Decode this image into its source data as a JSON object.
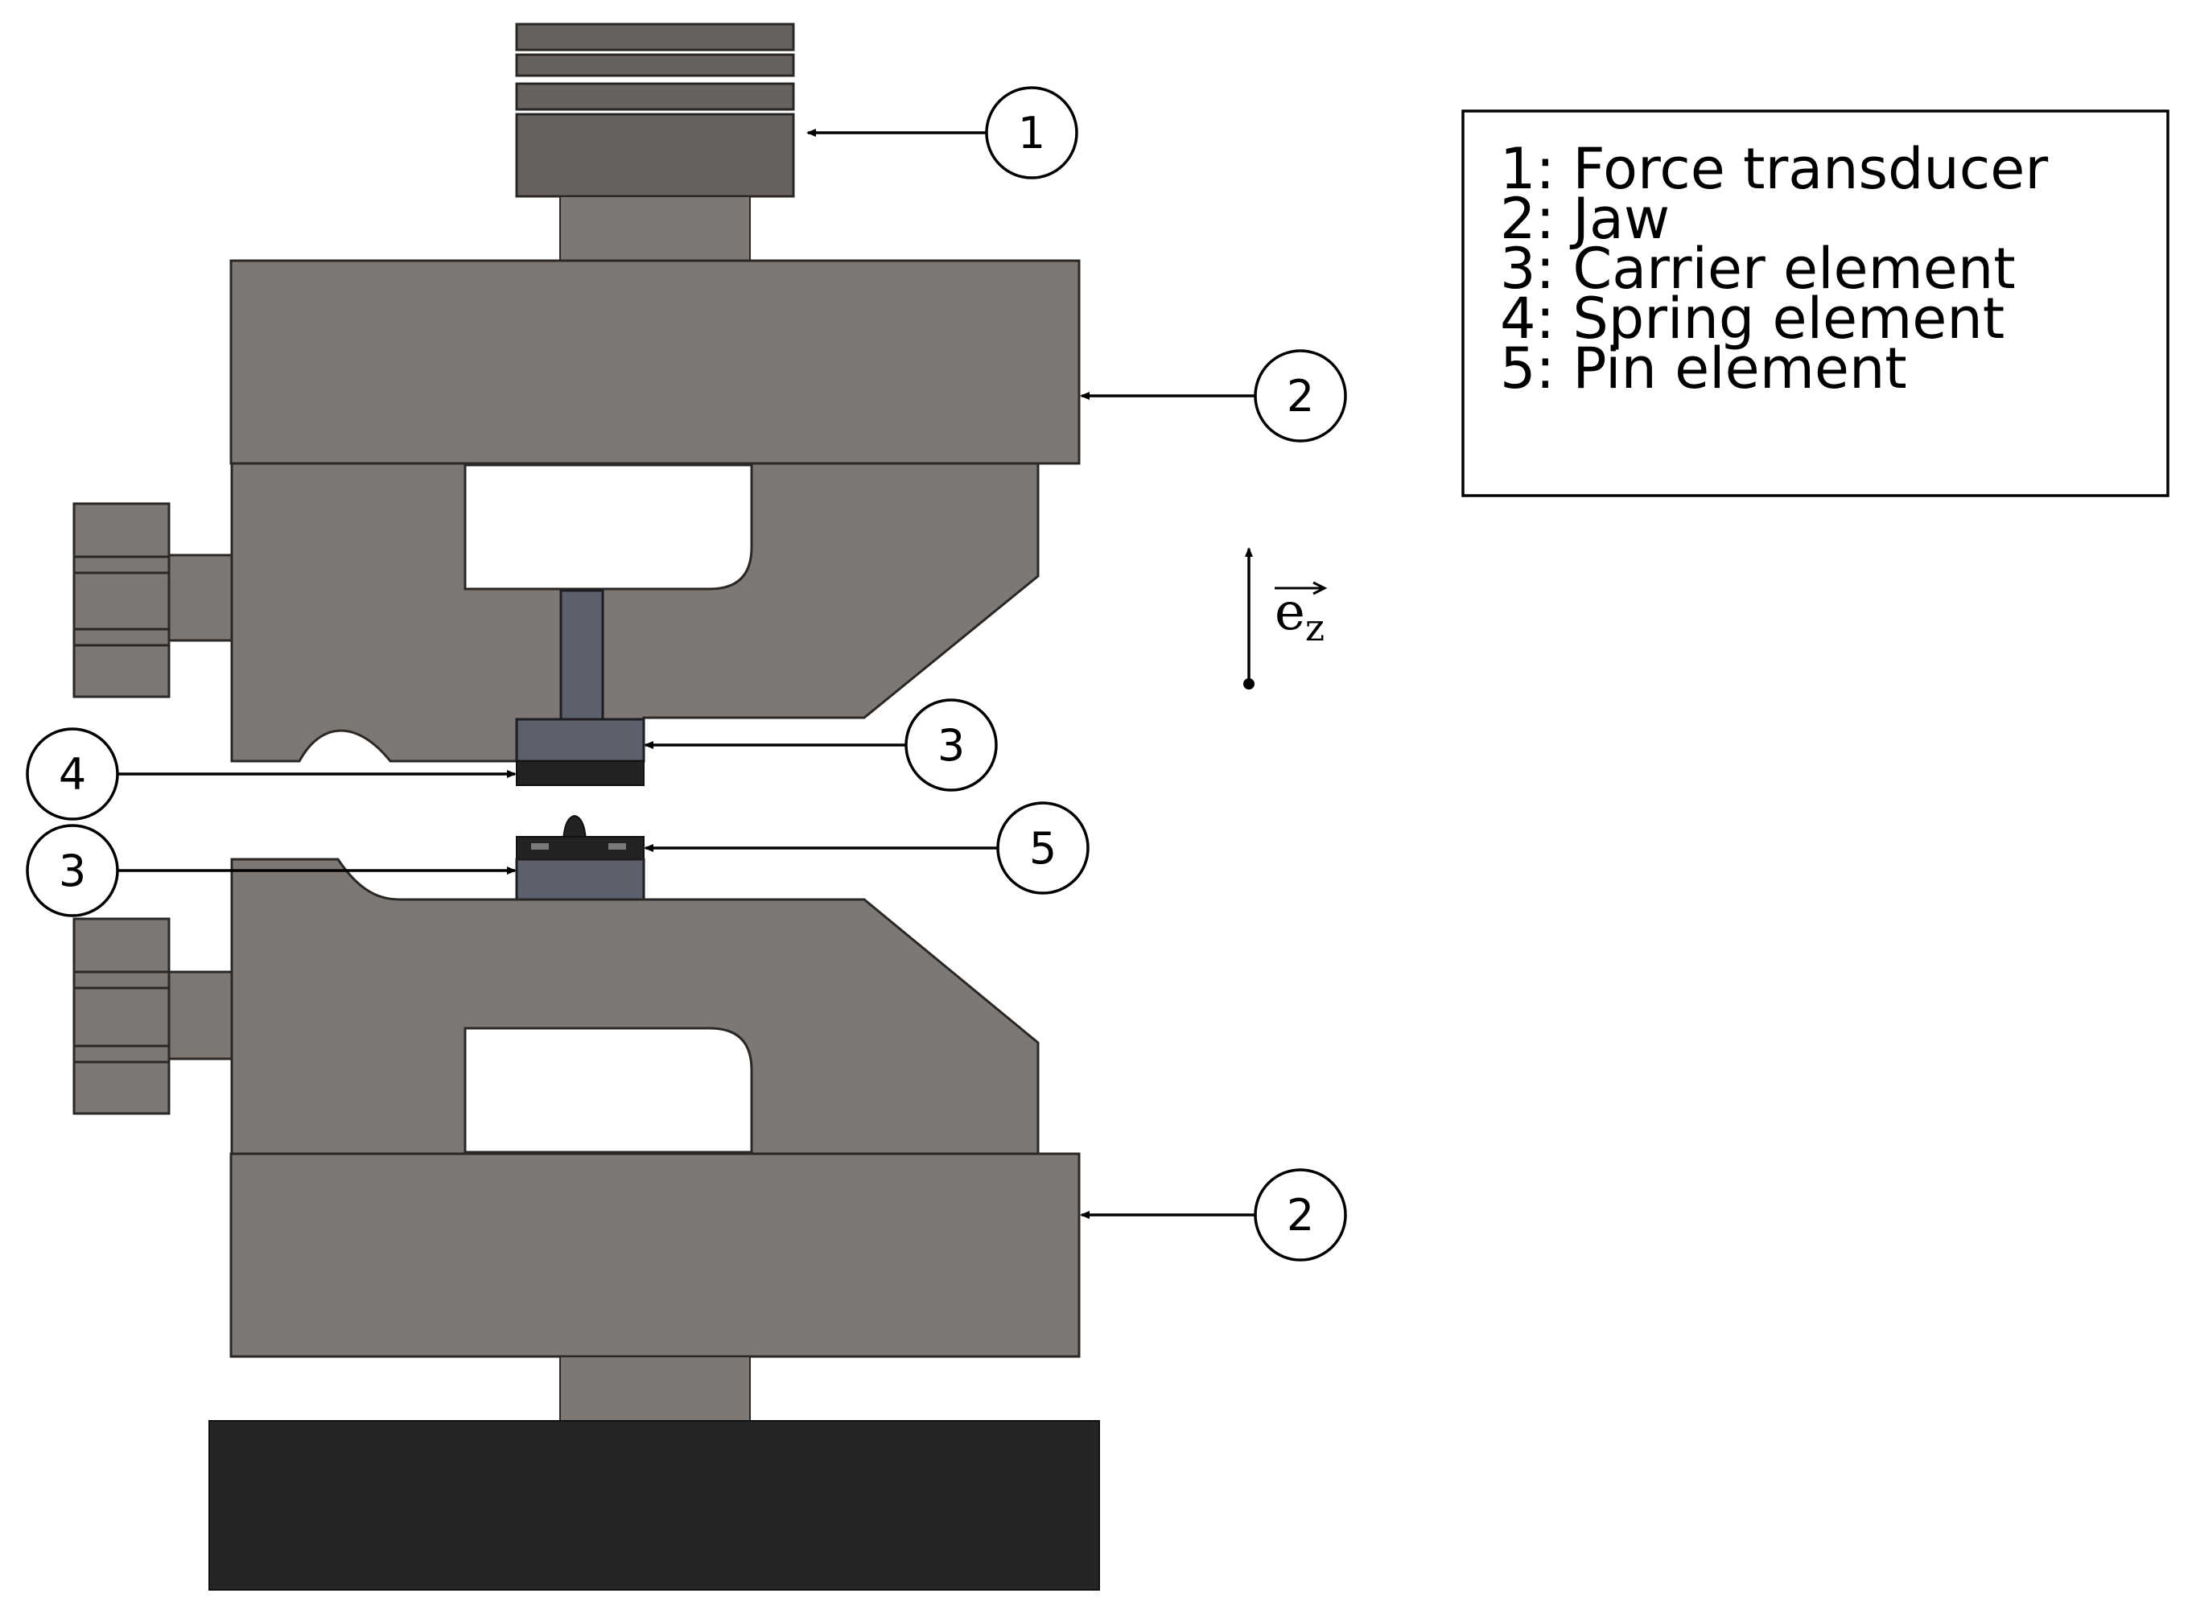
{
  "legend": {
    "items": [
      "1: Force transducer",
      "2: Jaw",
      "3: Carrier element",
      "4: Spring element",
      "5: Pin element"
    ]
  },
  "callouts": {
    "force_transducer": "1",
    "jaw_upper": "2",
    "jaw_lower": "2",
    "carrier_upper": "3",
    "carrier_lower": "3",
    "spring_element": "4",
    "pin_element": "5"
  },
  "axis": {
    "symbol": "e",
    "subscript": "z"
  },
  "colors": {
    "jaw": "#7d7873",
    "transducer": "#67625d",
    "carrier": "#5c5f6c",
    "base": "#252525",
    "line": "#000000"
  }
}
